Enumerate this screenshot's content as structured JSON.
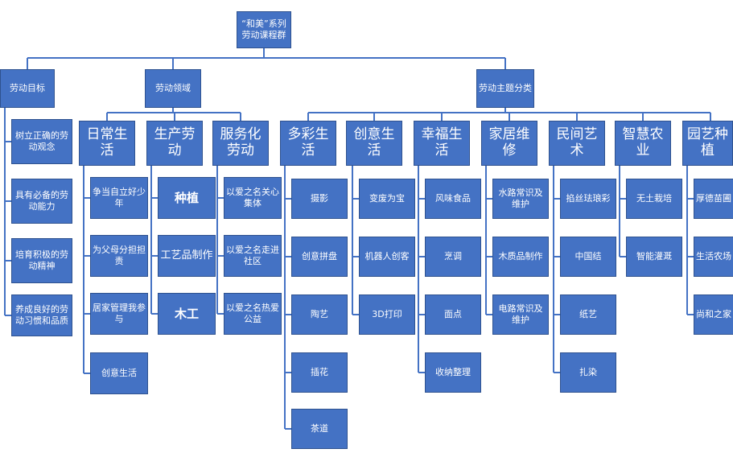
{
  "root": "“和美”系列\n劳动课程群",
  "top": [
    "劳动目标",
    "劳动领域",
    "劳动主题分类"
  ],
  "goals": [
    "树立正确的劳动观念",
    "具有必备的劳动能力",
    "培育积极的劳动精神",
    "养成良好的劳动习惯和品质"
  ],
  "domains": [
    {
      "title": "日常生活",
      "items": [
        "争当自立好少年",
        "为父母分担担责",
        "居家管理我参与",
        "创意生活"
      ]
    },
    {
      "title": "生产劳动",
      "items": [
        "种植",
        "工艺品制作",
        "木工"
      ]
    },
    {
      "title": "服务化劳动",
      "items": [
        "以爱之名关心集体",
        "以爱之名走进社区",
        "以爱之名热爱公益"
      ]
    }
  ],
  "themes": [
    {
      "title": "多彩生活",
      "items": [
        "摄影",
        "创意拼盘",
        "陶艺",
        "插花",
        "茶道"
      ]
    },
    {
      "title": "创意生活",
      "items": [
        "变废为宝",
        "机器人创客",
        "3D打印"
      ]
    },
    {
      "title": "幸福生活",
      "items": [
        "风味食品",
        "烹调",
        "面点",
        "收纳整理"
      ]
    },
    {
      "title": "家居维修",
      "items": [
        "水路常识及维护",
        "木质品制作",
        "电路常识及维护"
      ]
    },
    {
      "title": "民间艺术",
      "items": [
        "掐丝珐琅彩",
        "中国结",
        "纸艺",
        "扎染"
      ]
    },
    {
      "title": "智慧农业",
      "items": [
        "无土栽培",
        "智能灌溉"
      ]
    },
    {
      "title": "园艺种植",
      "items": [
        "厚德苗圃",
        "生活农场",
        "尚和之家"
      ]
    }
  ]
}
